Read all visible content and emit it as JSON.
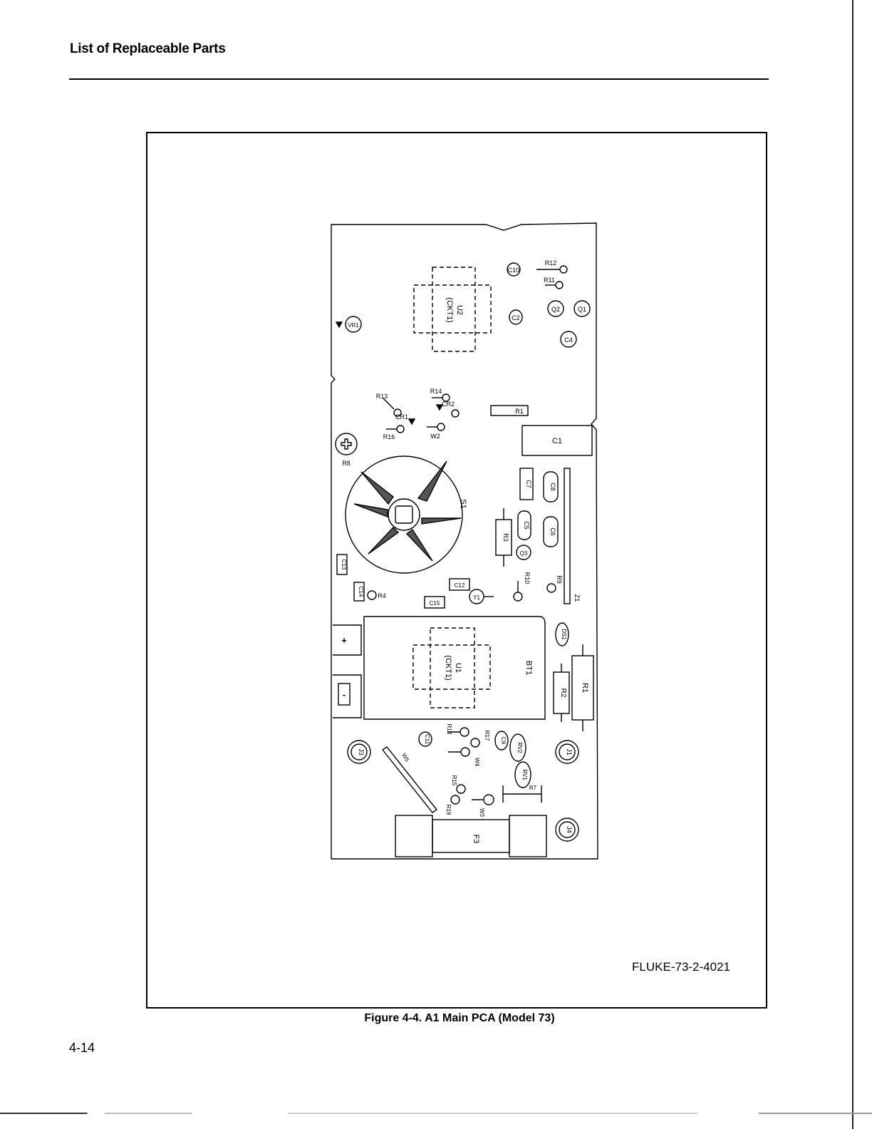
{
  "header": {
    "title": "List of Replaceable Parts"
  },
  "figure": {
    "drawing_id": "FLUKE-73-2-4021",
    "caption": "Figure 4-4. A1 Main PCA (Model 73)",
    "labels": {
      "u2": "U2",
      "u2_ckt": "(CKT1)",
      "u1": "U1",
      "u1_ckt": "(CKT1)",
      "c1": "C1",
      "c2": "C2",
      "c4": "C4",
      "c5": "C5",
      "c6": "C6",
      "c7": "C7",
      "c8": "C8",
      "c9": "C9",
      "c10": "C10",
      "c11": "C11",
      "c12": "C12",
      "c13": "C13",
      "c14": "C14",
      "c15": "C15",
      "r1": "R1",
      "r2": "R2",
      "r3": "R3",
      "r4": "R4",
      "r7": "R7",
      "r8": "R8",
      "r9": "R9",
      "r10": "R10",
      "r11": "R11",
      "r12": "R12",
      "r13": "R13",
      "r14": "R14",
      "r15": "R15",
      "r16": "R16",
      "r17": "R17",
      "r18": "R18",
      "r19": "R19",
      "q1": "Q1",
      "q2": "Q2",
      "q3": "Q3",
      "cr1": "CR1",
      "cr2": "CR2",
      "vr1": "VR1",
      "y1": "Y1",
      "s1": "S1",
      "z1": "Z1",
      "bt1": "BT1",
      "ds1": "DS1",
      "f3": "F3",
      "j1": "J1",
      "j3": "J3",
      "j4": "J4",
      "rv1": "RV1",
      "rv2": "RV2",
      "w2": "W2",
      "w3": "W3",
      "w4": "W4",
      "w5": "W5",
      "plus": "+",
      "minus": "-"
    }
  },
  "page": {
    "number": "4-14"
  }
}
